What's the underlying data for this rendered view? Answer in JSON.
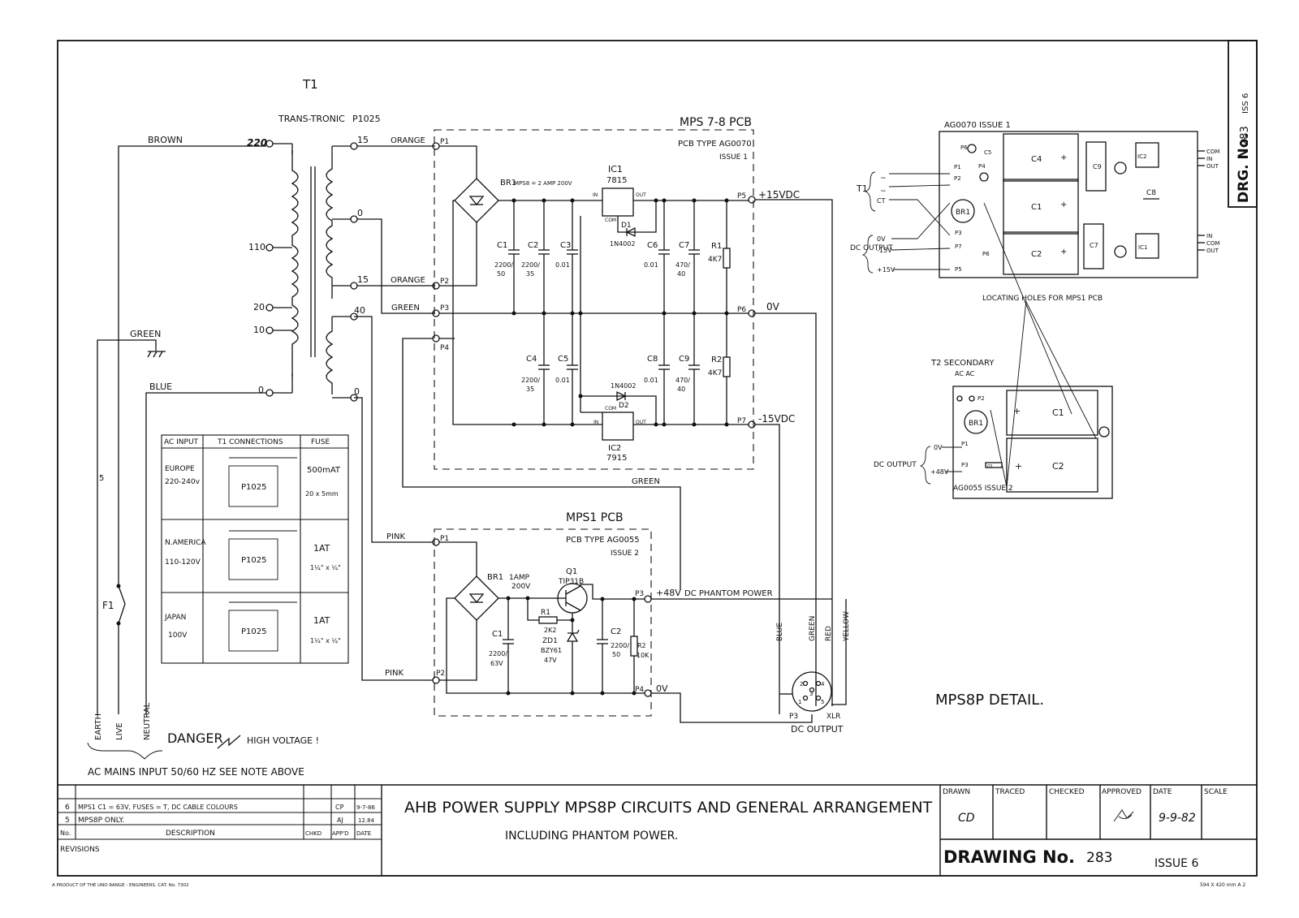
{
  "drawing": {
    "border_drg_no_label": "DRG. No.",
    "border_drg_no_value": "283",
    "border_issue": "ISS 6",
    "footer_left": "A PRODUCT OF THE UNO RANGE - ENGINEERS. CAT. No. 7302",
    "footer_right": "594 X 420 mm A 2"
  },
  "transformer": {
    "ref": "T1",
    "make": "TRANS-TRONIC",
    "part": "P1025",
    "primary_taps": [
      "220",
      "110",
      "20",
      "10",
      "0"
    ],
    "secondary_taps": [
      "15",
      "0",
      "15",
      "40",
      "0"
    ]
  },
  "wires": {
    "brown": "BROWN",
    "blue": "BLUE",
    "green": "GREEN",
    "orange_1": "ORANGE",
    "orange_2": "ORANGE",
    "green_p3": "GREEN",
    "green_long": "GREEN",
    "pink_1": "PINK",
    "pink_2": "PINK",
    "xlr_blue": "BLUE",
    "xlr_green": "GREEN",
    "xlr_red": "RED",
    "xlr_yellow": "YELLOW"
  },
  "mains": {
    "fuse": "F1",
    "earth": "EARTH",
    "live": "LIVE",
    "neutral": "NEUTRAL",
    "danger": "DANGER",
    "high_voltage": "HIGH VOLTAGE !",
    "ac_input_note": "AC MAINS INPUT 50/60 HZ SEE NOTE ABOVE",
    "note_mark": "5"
  },
  "mps78": {
    "title": "MPS 7-8 PCB",
    "type": "PCB TYPE AG0070",
    "issue": "ISSUE 1",
    "br1": "BR1",
    "br1_note": "MPS8 = 2 AMP 200V",
    "ic1": "IC1",
    "ic1_part": "7815",
    "ic2": "IC2",
    "ic2_part": "7915",
    "d1": "D1",
    "d1_part": "1N4002",
    "d2": "D2",
    "d2_part": "1N4002",
    "pin_in": "IN",
    "pin_out": "OUT",
    "pin_com": "COM",
    "c1": "C1",
    "c1_val1": "2200/",
    "c1_val2": "50",
    "c2": "C2",
    "c2_val1": "2200/",
    "c2_val2": "35",
    "c3": "C3",
    "c3_val": "0.01",
    "c4": "C4",
    "c4_val1": "2200/",
    "c4_val2": "35",
    "c5": "C5",
    "c5_val": "0.01",
    "c6": "C6",
    "c6_val": "0.01",
    "c7": "C7",
    "c7_val1": "470/",
    "c7_val2": "40",
    "c8": "C8",
    "c8_val": "0.01",
    "c9": "C9",
    "c9_val1": "470/",
    "c9_val2": "40",
    "r1": "R1",
    "r1_val": "4K7",
    "r2": "R2",
    "r2_val": "4K7",
    "p1": "P1",
    "p2": "P2",
    "p3": "P3",
    "p4": "P4",
    "p5": "P5",
    "p6": "P6",
    "p7": "P7",
    "out_pos": "+15VDC",
    "out_zero": "0V",
    "out_neg": "-15VDC"
  },
  "mps1": {
    "title": "MPS1 PCB",
    "type": "PCB TYPE AG0055",
    "issue": "ISSUE 2",
    "br1": "BR1",
    "br1_rating1": "1AMP",
    "br1_rating2": "200V",
    "q1": "Q1",
    "q1_part": "TIP31B",
    "r1": "R1",
    "r1_val": "2K2",
    "zd1": "ZD1",
    "zd1_part": "BZY61",
    "zd1_val": "47V",
    "c1": "C1",
    "c1_val1": "2200/",
    "c1_val2": "63V",
    "c2": "C2",
    "c2_val1": "2200/",
    "c2_val2": "50",
    "r2": "R2",
    "r2_val": "10K",
    "p1": "P1",
    "p2": "P2",
    "p3": "P3",
    "p4": "P4",
    "out_48": "+48V",
    "phantom": "DC PHANTOM POWER",
    "out_zero": "0V"
  },
  "xlr": {
    "ref": "P3",
    "type": "XLR",
    "label": "DC OUTPUT",
    "pins": [
      "2",
      "4",
      "1",
      "5",
      "3"
    ]
  },
  "ac_table": {
    "headers": [
      "AC INPUT",
      "T1 CONNECTIONS",
      "FUSE"
    ],
    "rows": [
      {
        "region": "EUROPE",
        "voltage": "220-240v",
        "fuse": "500mAT",
        "fuse_size": "20 x 5mm",
        "part": "P1025"
      },
      {
        "region": "N.AMERICA",
        "voltage": "110-120V",
        "fuse": "1AT",
        "fuse_size": "1¼\" x ¼\"",
        "part": "P1025"
      },
      {
        "region": "JAPAN",
        "voltage": "100V",
        "fuse": "1AT",
        "fuse_size": "1¼\" x ¼\"",
        "part": "P1025"
      }
    ]
  },
  "detail": {
    "ag0070": "AG0070 ISSUE 1",
    "t1": "T1",
    "ct": "CT",
    "dc_output": "DC OUTPUT",
    "v0": "0V",
    "vneg15": "-15V",
    "vpos15": "+15V",
    "com": "COM",
    "in": "IN",
    "out": "OUT",
    "locating": "LOCATING HOLES FOR MPS1 PCB",
    "t2_secondary": "T2 SECONDARY",
    "ac_ac": "AC AC",
    "dc_output_2": "DC OUTPUT",
    "v0_2": "0V",
    "v48": "+48V",
    "ag0055": "AG0055 ISSUE 2",
    "title": "MPS8P DETAIL.",
    "c1": "C1",
    "c2": "C2",
    "c4": "C4",
    "c5": "C5",
    "c7": "C7",
    "c8": "C8",
    "c9": "C9",
    "ic1": "IC1",
    "ic2": "IC2",
    "br1": "BR1",
    "q1": "Q1",
    "p1": "P1",
    "p2": "P2",
    "p3": "P3",
    "p4": "P4",
    "p5": "P5",
    "p6": "P6",
    "p7": "P7"
  },
  "title_block": {
    "title_line1": "AHB POWER SUPPLY MPS8P CIRCUITS AND GENERAL ARRANGEMENT",
    "title_line2": "INCLUDING PHANTOM POWER.",
    "drawn_label": "DRAWN",
    "drawn_value": "CD",
    "traced_label": "TRACED",
    "checked_label": "CHECKED",
    "approved_label": "APPROVED",
    "date_label": "DATE",
    "date_value": "9-9-82",
    "scale_label": "SCALE",
    "drawing_no_label": "DRAWING No.",
    "drawing_no_value": "283",
    "issue": "ISSUE 6"
  },
  "revisions": {
    "title": "REVISIONS",
    "headers": [
      "No.",
      "DESCRIPTION",
      "CHKD",
      "APP'D",
      "DATE"
    ],
    "rows": [
      {
        "no": "6",
        "desc": "MPS1 C1 = 63V, FUSES = T, DC CABLE COLOURS",
        "chkd": "",
        "appd": "CP",
        "date": "9-7-86"
      },
      {
        "no": "5",
        "desc": "MPS8P ONLY.",
        "chkd": "",
        "appd": "AJ",
        "date": "12.84"
      }
    ]
  }
}
